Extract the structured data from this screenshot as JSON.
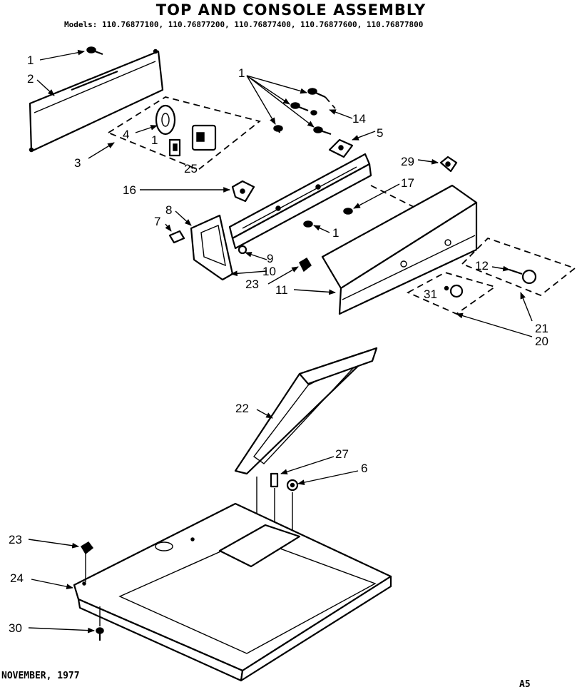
{
  "title": "TOP AND CONSOLE ASSEMBLY",
  "models": "Models: 110.76877100, 110.76877200, 110.76877400, 110.76877600, 110.76877800",
  "footer": {
    "date": "NOVEMBER, 1977",
    "code": "A5"
  },
  "callouts": {
    "c1a": "1",
    "c2": "2",
    "c3": "3",
    "c4": "4",
    "c1b": "1",
    "c25": "25",
    "c1c": "1",
    "c14": "14",
    "c5": "5",
    "c29": "29",
    "c17": "17",
    "c16": "16",
    "c8": "8",
    "c7": "7",
    "c1d": "1",
    "c9": "9",
    "c10": "10",
    "c23a": "23",
    "c11": "11",
    "c12": "12",
    "c31": "31",
    "c21": "21",
    "c20": "20",
    "c22": "22",
    "c27": "27",
    "c6": "6",
    "c23b": "23",
    "c24": "24",
    "c30": "30"
  }
}
